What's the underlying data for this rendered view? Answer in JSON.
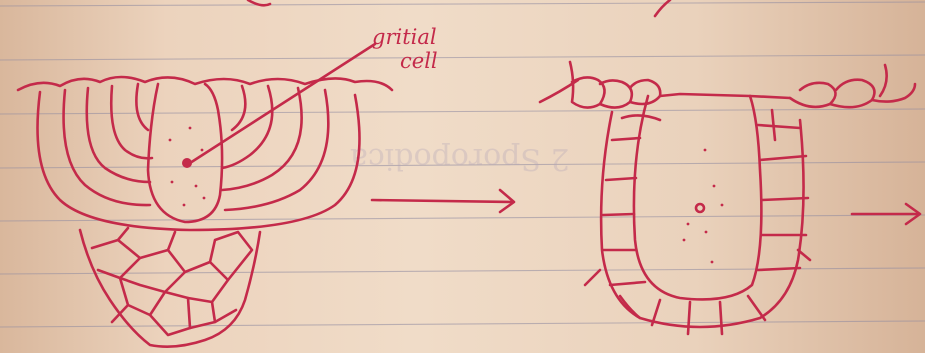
{
  "photo": {
    "description": "Handwritten biology sketch on ruled notebook paper in red ink",
    "ink_color": "#c42a4a",
    "paper_color": "#ecd3bd",
    "rule_color": "#8f8aa0"
  },
  "labels": {
    "initial_cell_line1": "gritial",
    "initial_cell_line2": "cell"
  },
  "bleed_through_text": "2 Sporopodica"
}
